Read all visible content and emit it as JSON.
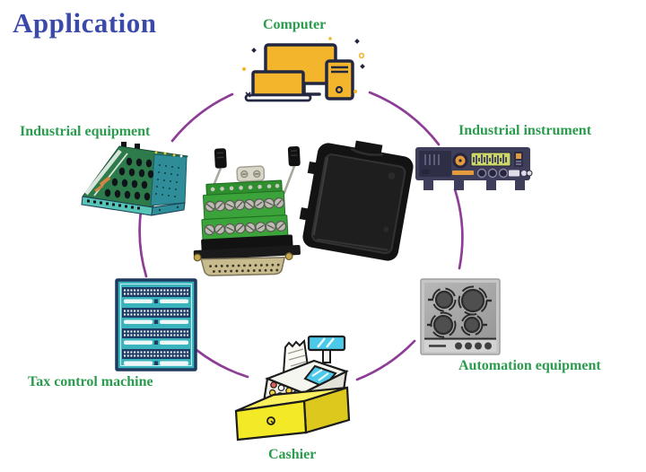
{
  "page": {
    "title": "Application"
  },
  "colors": {
    "title_blue": "#3b4aa8",
    "label_green": "#2b9c4e",
    "arc_purple": "#8e3d96",
    "computer_yellow": "#f2b52c"
  },
  "nodes": [
    {
      "id": "computer",
      "label": "Computer",
      "icon": "computer-devices-icon"
    },
    {
      "id": "industrial-equipment",
      "label": "Industrial equipment",
      "icon": "circuit-board-icon"
    },
    {
      "id": "industrial-instrument",
      "label": "Industrial instrument",
      "icon": "measuring-instrument-icon"
    },
    {
      "id": "automation-equipment",
      "label": "Automation equipment",
      "icon": "cooktop-icon"
    },
    {
      "id": "cashier",
      "label": "Cashier",
      "icon": "cash-register-icon"
    },
    {
      "id": "tax-control-machine",
      "label": "Tax control machine",
      "icon": "terminal-strip-board-icon"
    }
  ],
  "center": {
    "icon": "db25-breakout-module-photo"
  }
}
